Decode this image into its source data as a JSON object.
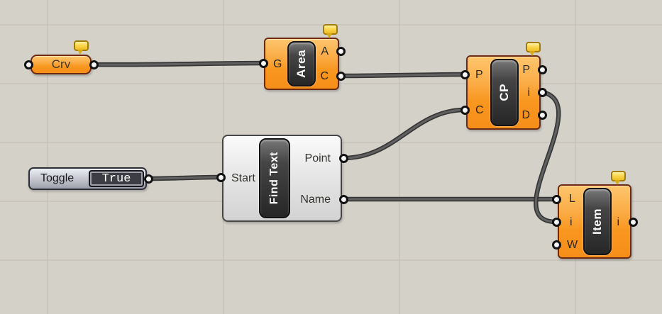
{
  "app": "grasshopper-node-canvas",
  "colors": {
    "canvas_bg": "#d4d1c9",
    "grid_line": "#bfbcb3",
    "node_orange": "#f8971f",
    "node_orange_border": "#6b2a11",
    "node_white": "#e9e9e9",
    "capsule_dark": "#2e2e2e",
    "wire": "#4f4f4f",
    "note_yellow": "#fbd74e"
  },
  "nodes": {
    "crv": {
      "label": "Crv"
    },
    "area": {
      "label": "Area",
      "inputs": [
        "G"
      ],
      "outputs": [
        "A",
        "C"
      ]
    },
    "toggle": {
      "label": "Toggle",
      "value": "True"
    },
    "find_text": {
      "label": "Find Text",
      "inputs": [
        "Start"
      ],
      "outputs": [
        "Point",
        "Name"
      ]
    },
    "cp": {
      "label": "CP",
      "inputs": [
        "P",
        "C"
      ],
      "outputs": [
        "P",
        "i",
        "D"
      ]
    },
    "item": {
      "label": "Item",
      "inputs": [
        "L",
        "i",
        "W"
      ],
      "outputs": [
        "i"
      ]
    }
  }
}
